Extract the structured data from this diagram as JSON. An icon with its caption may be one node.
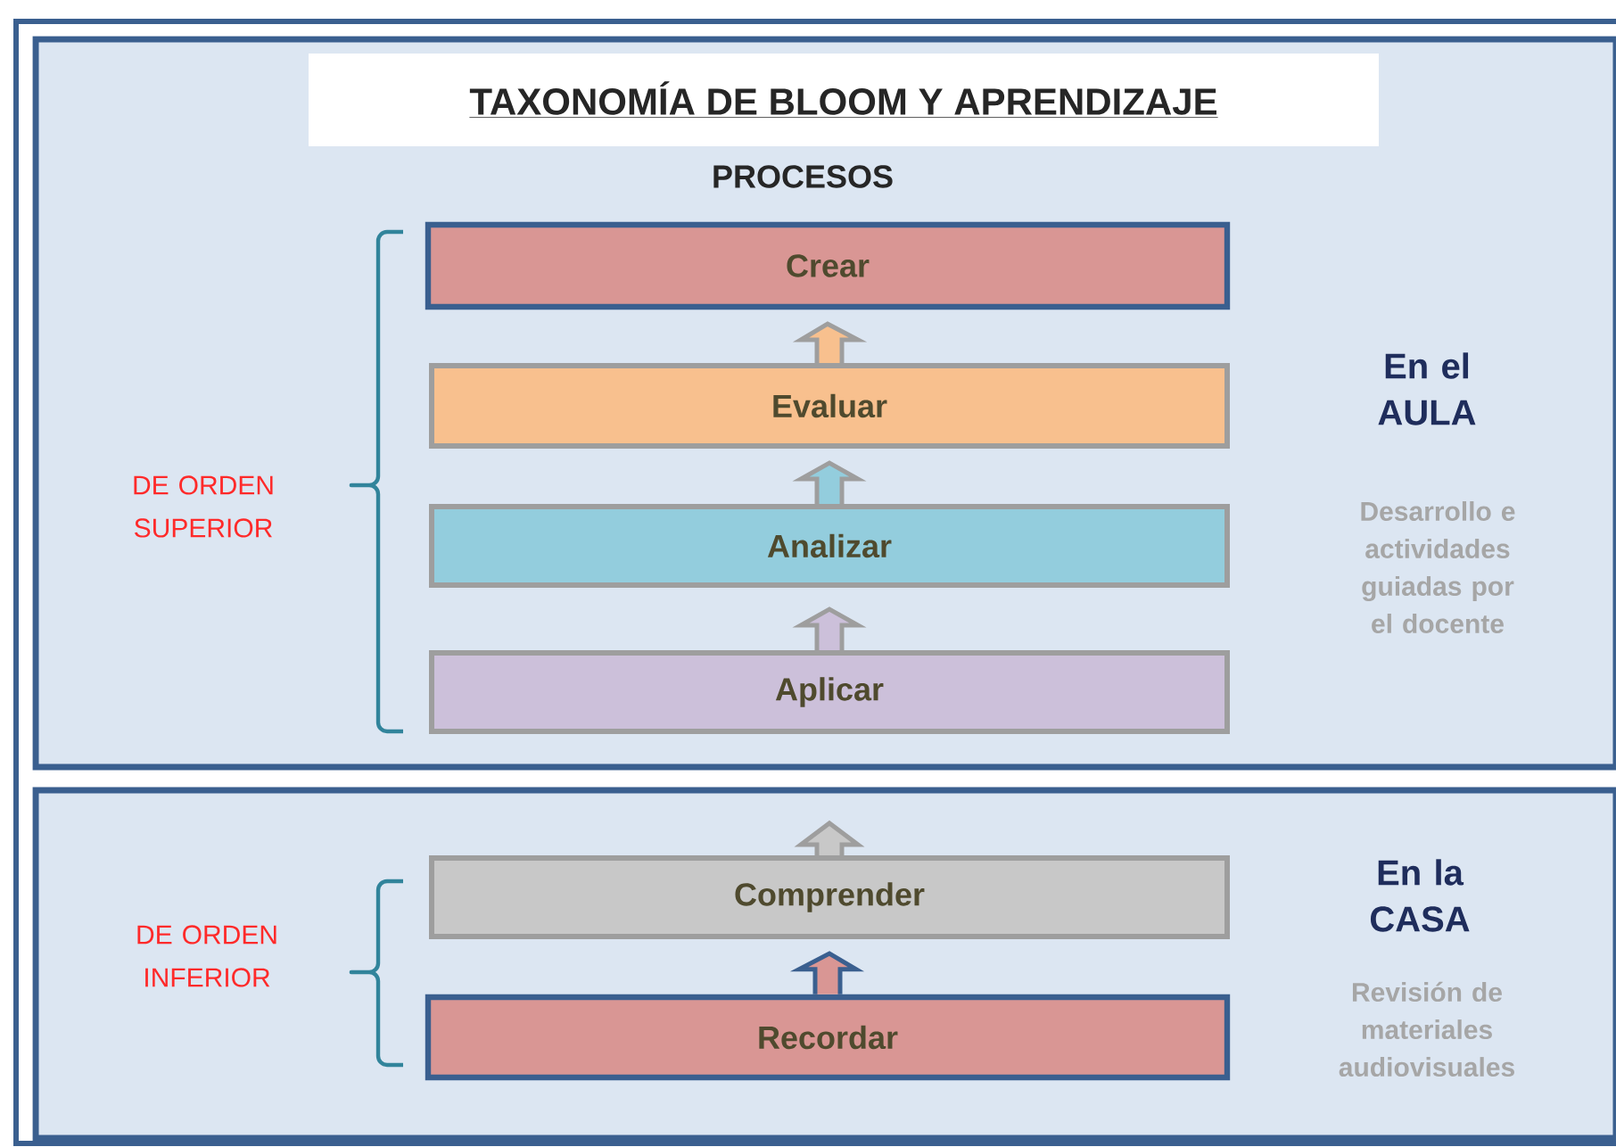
{
  "diagram": {
    "title": "TAXONOMÍA DE BLOOM Y APRENDIZAJE",
    "nodes": [
      {
        "text": [
          "En el AULA",
          "Desarrollo e actividades guiadas por el docente"
        ]
      },
      {
        "text": [
          "Crear"
        ],
        "in": 0
      },
      {
        "text": [
          "Evaluar"
        ],
        "in": 0
      },
      {
        "text": [
          "Analizar"
        ],
        "in": 0
      },
      {
        "text": [
          "Aplicar"
        ],
        "in": 0
      },
      {
        "text": [
          "En la CASA",
          "Revisión de materiales audiovisuales"
        ]
      },
      {
        "text": [
          "Comprender"
        ],
        "in": 5
      },
      {
        "text": [
          "Recordar"
        ],
        "in": 5
      }
    ],
    "edges": [
      {
        "from": 2,
        "to": 1,
        "arrow": "to"
      },
      {
        "from": 3,
        "to": 2,
        "arrow": "to"
      },
      {
        "from": 4,
        "to": 3,
        "arrow": "to"
      },
      {
        "from": 6,
        "to": null,
        "arrow": "to"
      },
      {
        "from": 7,
        "to": 6,
        "arrow": "to",
        "color": "#3a5f8f"
      }
    ],
    "labels": [
      "PROCESOS",
      "DE ORDEN SUPERIOR",
      "DE ORDEN INFERIOR"
    ]
  }
}
